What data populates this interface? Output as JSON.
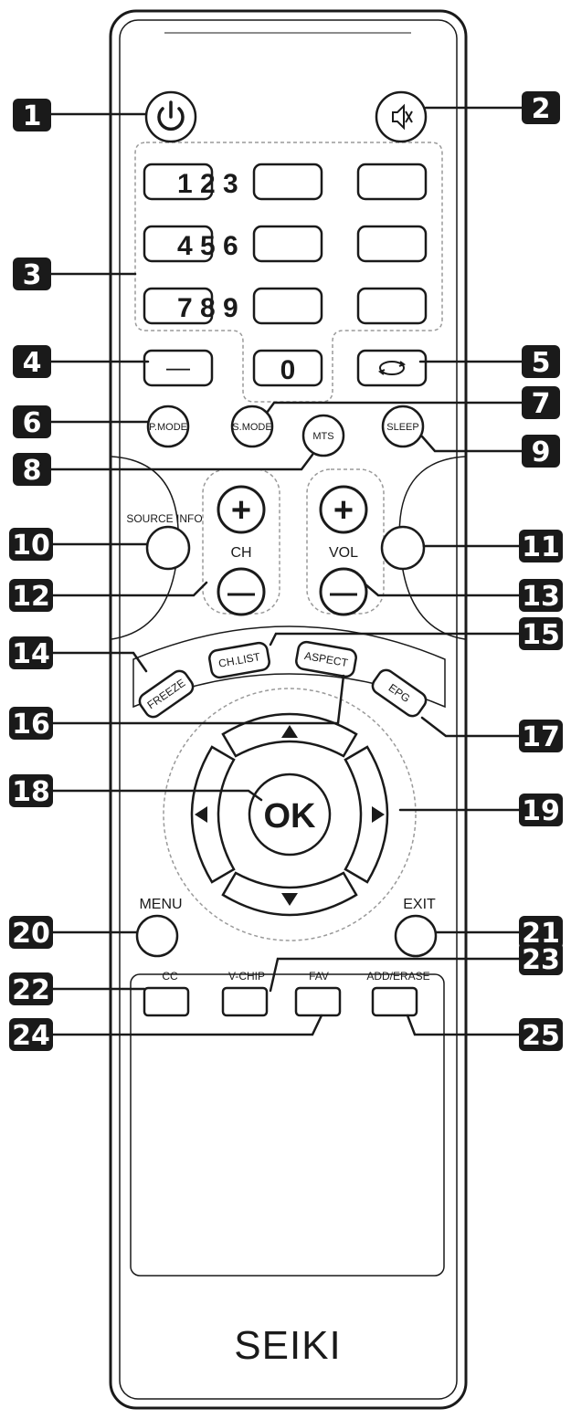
{
  "brand": "SEIKI",
  "colors": {
    "outline": "#1a1a1a",
    "badge": "#1a1a1a",
    "badge_text": "#ffffff",
    "body": "#ffffff",
    "dashed": "#9a9a9a"
  },
  "icons": {
    "power": "power-icon",
    "mute": "mute-icon",
    "recall": "recall-arrows-icon",
    "up": "arrow-up-icon",
    "down": "arrow-down-icon",
    "left": "arrow-left-icon",
    "right": "arrow-right-icon"
  },
  "digits": {
    "row1": "1 2 3",
    "row2": "4 5 6",
    "row3": "7 8 9",
    "zero": "0"
  },
  "buttons": {
    "dash": "—",
    "p_mode": "P.MODE",
    "s_mode": "S.MODE",
    "mts": "MTS",
    "sleep": "SLEEP",
    "source_info": "SOURCE INFO",
    "ch": "CH",
    "vol": "VOL",
    "plus": "+",
    "minus": "—",
    "freeze": "FREEZE",
    "ch_list": "CH.LIST",
    "aspect": "ASPECT",
    "epg": "EPG",
    "ok": "OK",
    "menu": "MENU",
    "exit": "EXIT",
    "cc": "CC",
    "v_chip": "V-CHIP",
    "fav": "FAV",
    "add_erase": "ADD/ERASE"
  },
  "callouts": [
    "1",
    "2",
    "3",
    "4",
    "5",
    "6",
    "7",
    "8",
    "9",
    "10",
    "11",
    "12",
    "13",
    "14",
    "15",
    "16",
    "17",
    "18",
    "19",
    "20",
    "21",
    "22",
    "23",
    "24",
    "25"
  ]
}
